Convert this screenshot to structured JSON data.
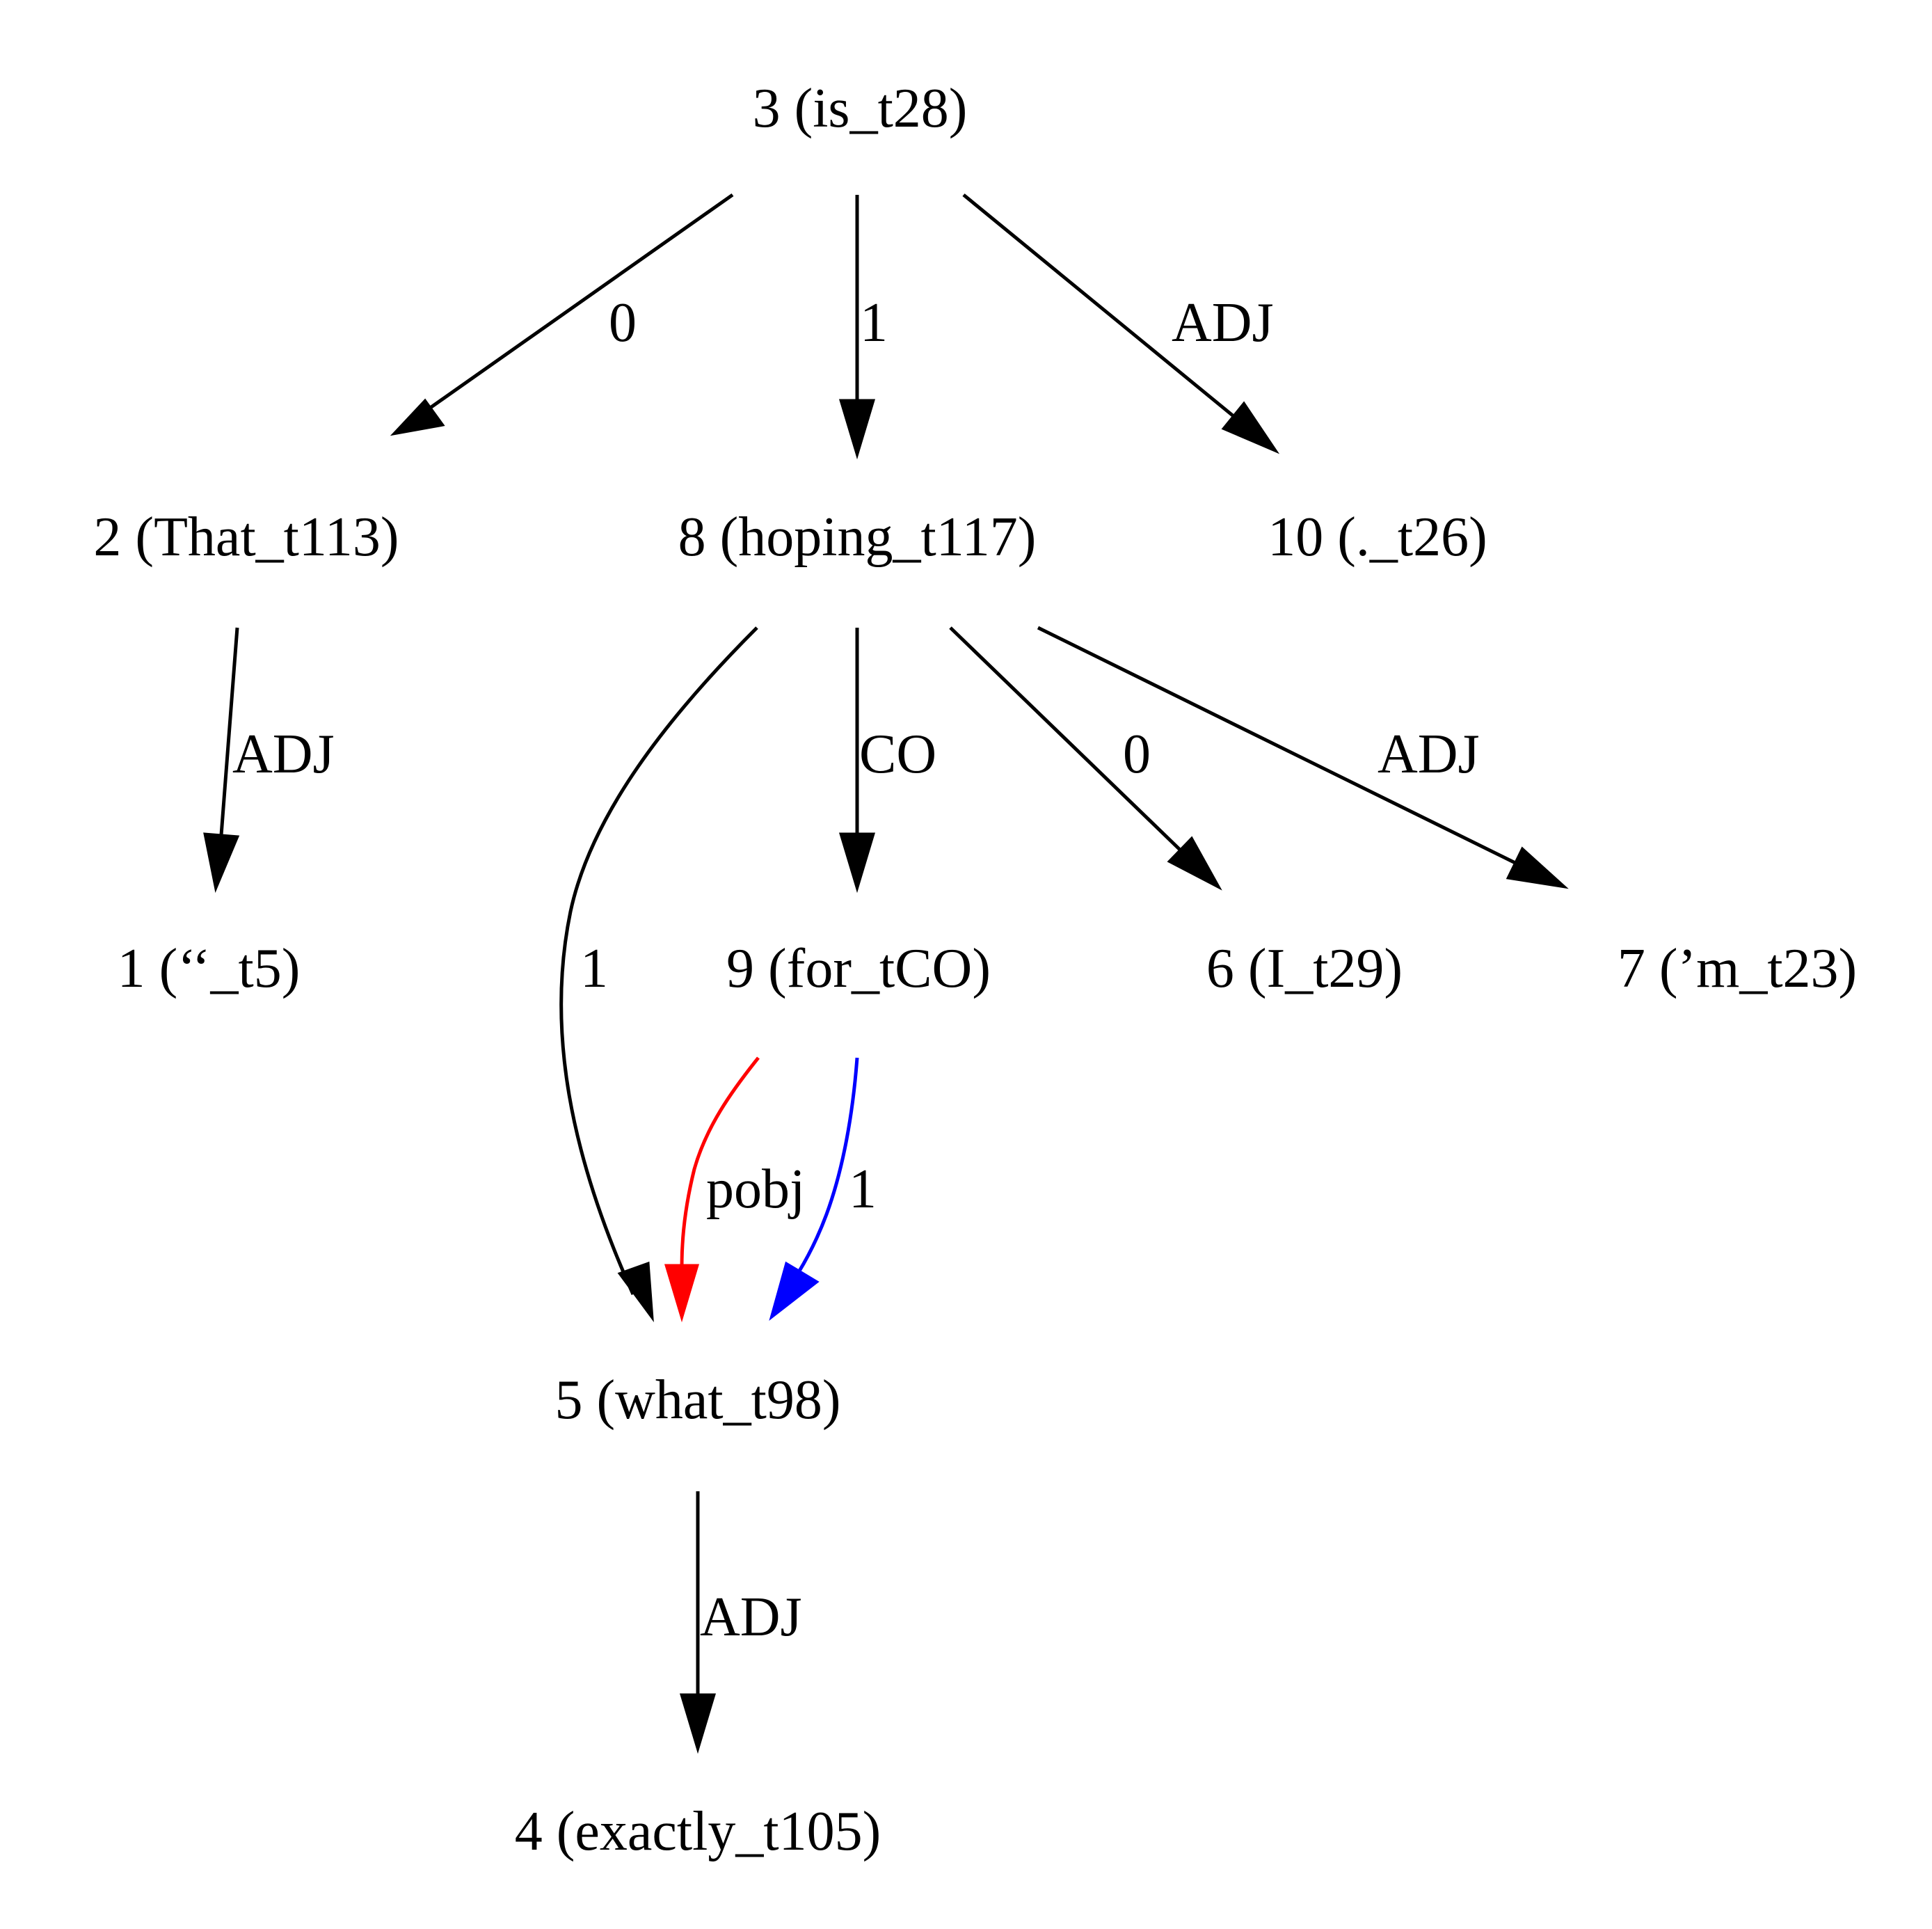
{
  "nodes": [
    {
      "id": "n3",
      "label": "3 (is_t28)"
    },
    {
      "id": "n2",
      "label": "2 (That_t113)"
    },
    {
      "id": "n8",
      "label": "8 (hoping_t117)"
    },
    {
      "id": "n10",
      "label": "10 (._t26)"
    },
    {
      "id": "n1",
      "label": "1 (‘‘_t5)"
    },
    {
      "id": "n9",
      "label": "9 (for_tCO)"
    },
    {
      "id": "n6",
      "label": "6 (I_t29)"
    },
    {
      "id": "n7",
      "label": "7 (’m_t23)"
    },
    {
      "id": "n5",
      "label": "5 (what_t98)"
    },
    {
      "id": "n4",
      "label": "4 (exactly_t105)"
    }
  ],
  "edges": [
    {
      "id": "e3_2",
      "from": "3 (is_t28)",
      "to": "2 (That_t113)",
      "label": "0",
      "color": "#000000"
    },
    {
      "id": "e3_8",
      "from": "3 (is_t28)",
      "to": "8 (hoping_t117)",
      "label": "1",
      "color": "#000000"
    },
    {
      "id": "e3_10",
      "from": "3 (is_t28)",
      "to": "10 (._t26)",
      "label": "ADJ",
      "color": "#000000"
    },
    {
      "id": "e2_1",
      "from": "2 (That_t113)",
      "to": "1 (‘‘_t5)",
      "label": "ADJ",
      "color": "#000000"
    },
    {
      "id": "e8_5",
      "from": "8 (hoping_t117)",
      "to": "5 (what_t98)",
      "label": "1",
      "color": "#000000"
    },
    {
      "id": "e8_9",
      "from": "8 (hoping_t117)",
      "to": "9 (for_tCO)",
      "label": "CO",
      "color": "#000000"
    },
    {
      "id": "e8_6",
      "from": "8 (hoping_t117)",
      "to": "6 (I_t29)",
      "label": "0",
      "color": "#000000"
    },
    {
      "id": "e8_7",
      "from": "8 (hoping_t117)",
      "to": "7 (’m_t23)",
      "label": "ADJ",
      "color": "#000000"
    },
    {
      "id": "e9_5r",
      "from": "9 (for_tCO)",
      "to": "5 (what_t98)",
      "label": "pobj",
      "color": "#ff0000"
    },
    {
      "id": "e9_5b",
      "from": "9 (for_tCO)",
      "to": "5 (what_t98)",
      "label": "1",
      "color": "#0000ff"
    },
    {
      "id": "e5_4",
      "from": "5 (what_t98)",
      "to": "4 (exactly_t105)",
      "label": "ADJ",
      "color": "#000000"
    }
  ]
}
